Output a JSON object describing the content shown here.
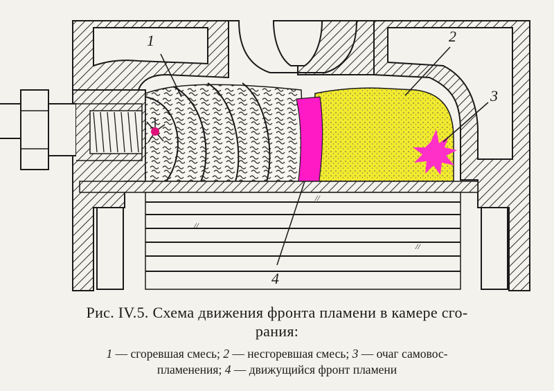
{
  "figure": {
    "labels": [
      {
        "id": "1",
        "text": "1"
      },
      {
        "id": "2",
        "text": "2"
      },
      {
        "id": "3",
        "text": "3"
      },
      {
        "id": "4",
        "text": "4"
      }
    ],
    "colors": {
      "unburned_mixture": "#f2ea2e",
      "flame_front": "#ff1ac6",
      "autoignition": "#ff30c8",
      "spark": "#e0107a",
      "hatch": "#2a2a2a"
    }
  },
  "caption": {
    "title_line1": "Рис. IV.5. Схема движения фронта пламени в камере сго-",
    "title_line2": "рания:",
    "legend_line1": [
      {
        "num": "1",
        "text": " — сгоревшая смесь; "
      },
      {
        "num": "2",
        "text": " — несгоревшая смесь; "
      },
      {
        "num": "3",
        "text": " — очаг самовос-"
      }
    ],
    "legend_line2_text": "пламенения; ",
    "legend_line2_num": "4",
    "legend_line2_tail": " — движущийся фронт пламени"
  }
}
